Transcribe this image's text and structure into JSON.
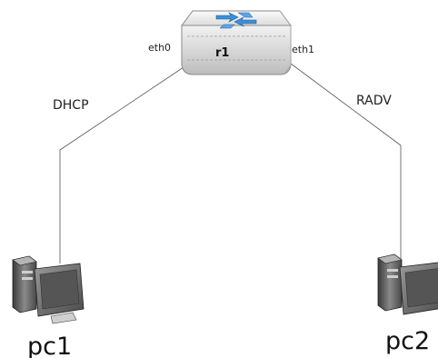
{
  "router": {
    "name": "r1",
    "iface_left": "eth0",
    "iface_right": "eth1",
    "icon": "router-icon"
  },
  "links": {
    "left_label": "DHCP",
    "right_label": "RADV"
  },
  "hosts": [
    {
      "name": "pc1",
      "icon": "computer-icon"
    },
    {
      "name": "pc2",
      "icon": "computer-icon"
    }
  ]
}
